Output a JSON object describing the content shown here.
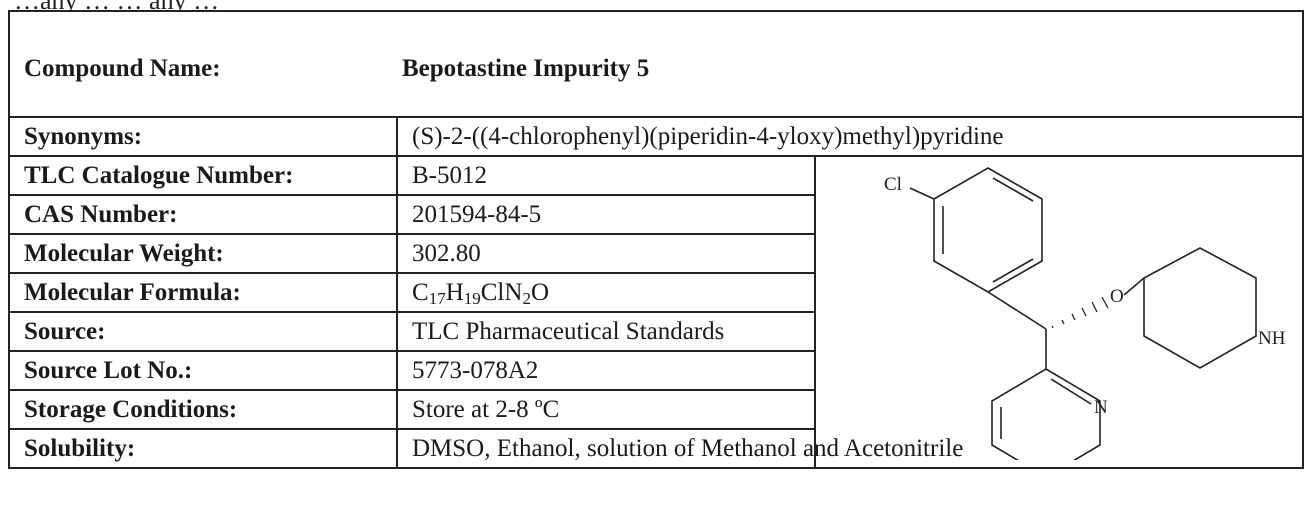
{
  "cutoff_text": "…any …                                                                                                               … any …",
  "compound": {
    "label": "Compound Name:",
    "value": "Bepotastine Impurity 5"
  },
  "rows": [
    {
      "label": "Synonyms:",
      "value": "(S)-2-((4-chlorophenyl)(piperidin-4-yloxy)methyl)pyridine"
    },
    {
      "label": "TLC Catalogue Number:",
      "value": "B-5012"
    },
    {
      "label": "CAS Number:",
      "value": "201594-84-5"
    },
    {
      "label": "Molecular Weight:",
      "value": "302.80"
    },
    {
      "label": "Molecular Formula:",
      "formula": [
        "C",
        "17",
        "H",
        "19",
        "ClN",
        "2",
        "O"
      ]
    },
    {
      "label": "Source:",
      "value": "TLC Pharmaceutical Standards"
    },
    {
      "label": "Source Lot No.:",
      "value": "5773-078A2"
    },
    {
      "label": "Storage Conditions:",
      "value_prefix": "Store at 2-8 ",
      "value_unit": "ºC"
    },
    {
      "label": "Solubility:",
      "value": "DMSO, Ethanol, solution of Methanol and Acetonitrile"
    }
  ],
  "structure": {
    "atoms": {
      "cl": "Cl",
      "o": "O",
      "nh": "NH",
      "n": "N"
    }
  }
}
